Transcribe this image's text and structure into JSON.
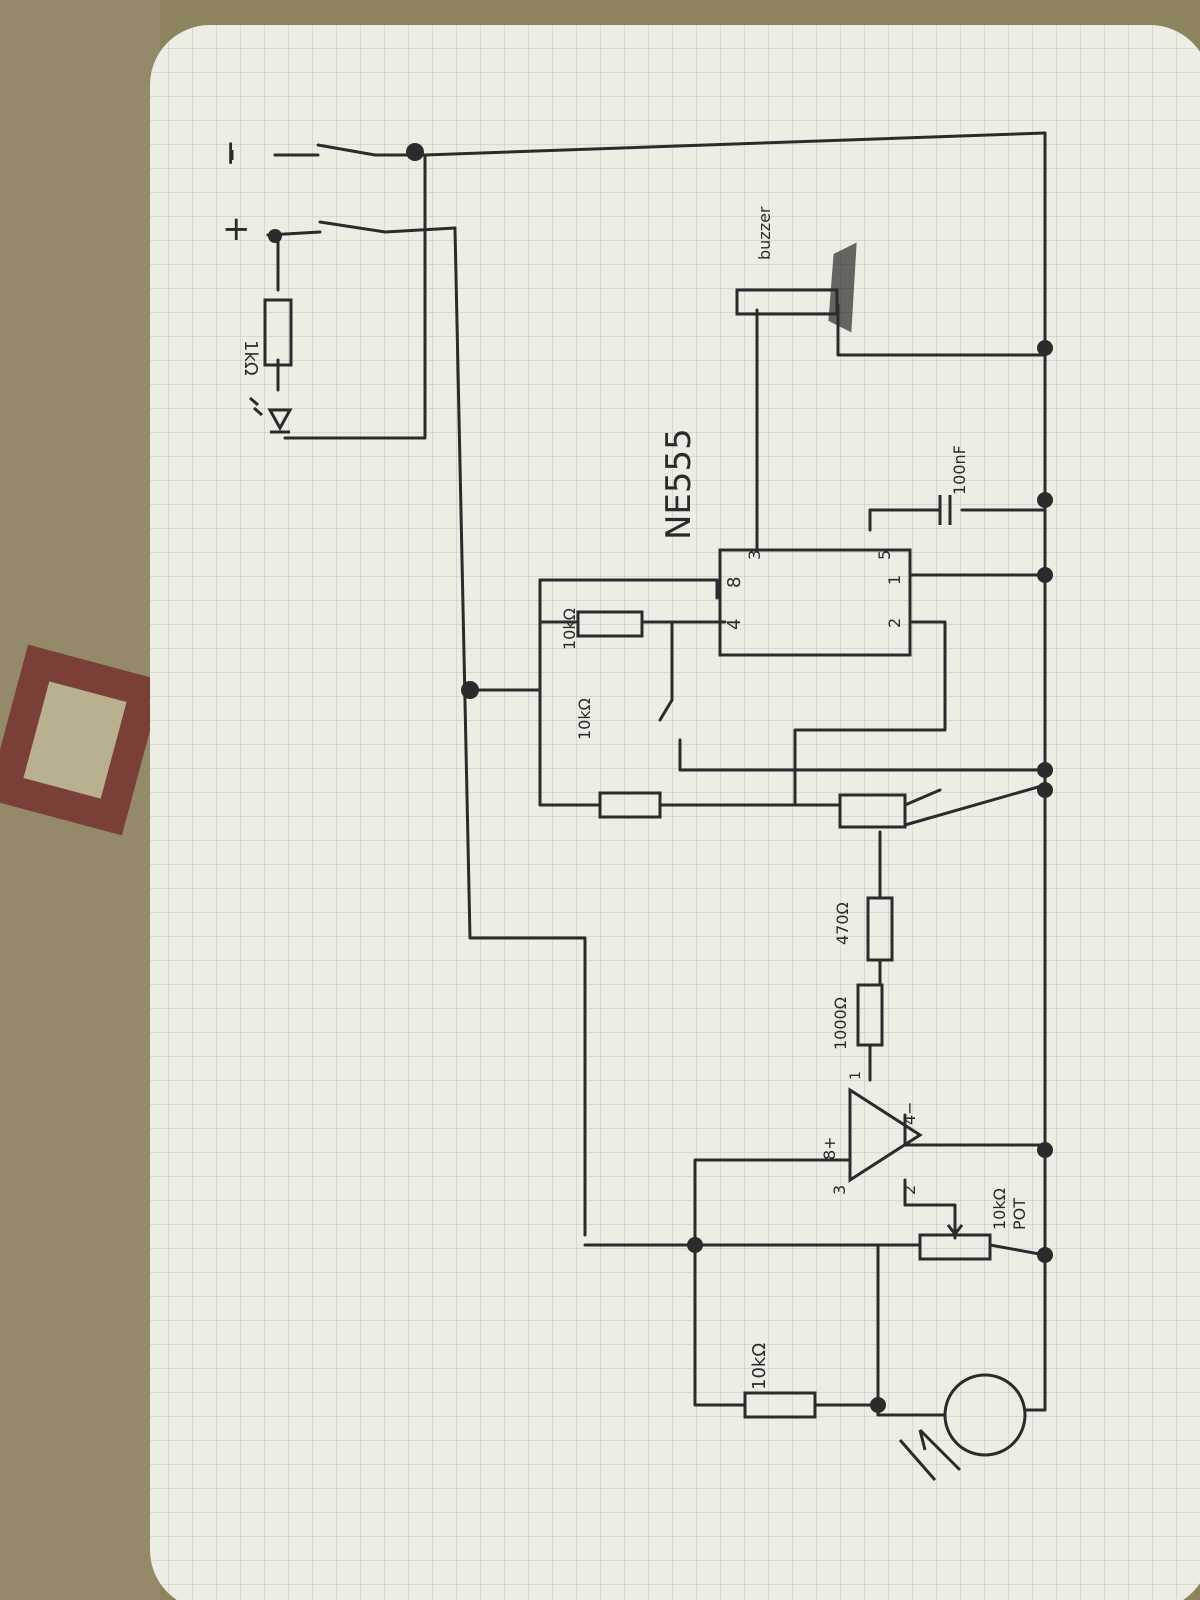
{
  "labels": {
    "plus": "+",
    "minus": "−",
    "r_led": "1kΩ",
    "ic_name": "NE555",
    "pin_8": "8",
    "pin_4": "4",
    "pin_3": "3",
    "pin_5": "5",
    "pin_1": "1",
    "pin_2": "2",
    "r_10k_a": "10kΩ",
    "r_10k_b": "10kΩ",
    "cap": "100nF",
    "buzzer": "buzzer",
    "r_470": "470Ω",
    "r_1000": "1000Ω",
    "r_10k_sensor": "10kΩ",
    "pot_value": "10kΩ",
    "pot_label": "POT",
    "op_pin_3": "3",
    "op_pin_8": "8+",
    "op_pin_2": "2",
    "op_pin_4": "4−",
    "op_pin_1": "1"
  },
  "colors": {
    "paper": "#eceee4",
    "grid": "#b9c4c8",
    "ink": "#2b2b2b",
    "cloth": "#8d835f",
    "frame": "#7a3f36"
  }
}
